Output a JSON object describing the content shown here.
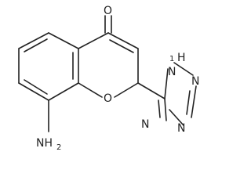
{
  "molecule": {
    "atoms": {
      "carbonyl_oxygen": "O",
      "ring_oxygen": "O",
      "nh": "H",
      "n_ring_1": "N",
      "n_ring_2": "N",
      "n_ring_3": "N",
      "n_ring_4": "N",
      "amine_base": "NH",
      "amine_sub": "2",
      "nh_one": "1"
    },
    "colors": {
      "bond": "#222222",
      "background": "#ffffff"
    }
  }
}
